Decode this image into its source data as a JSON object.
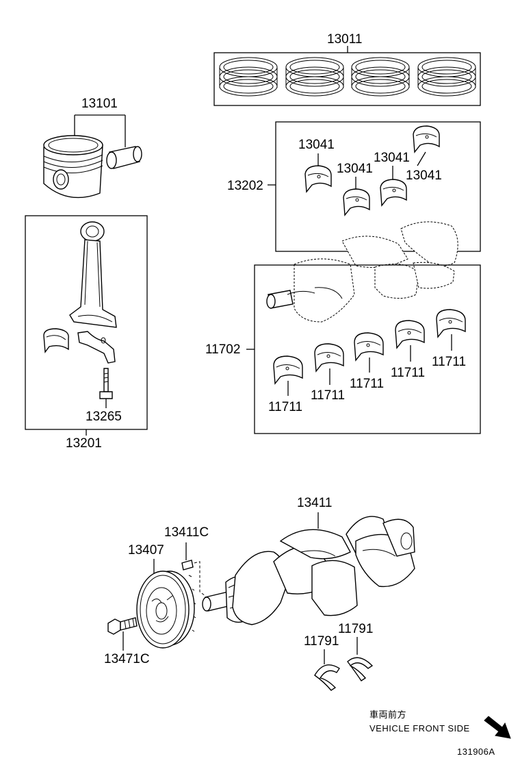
{
  "labels": {
    "l13011": "13011",
    "l13101": "13101",
    "l13041a": "13041",
    "l13041b": "13041",
    "l13041c": "13041",
    "l13041d": "13041",
    "l13202": "13202",
    "l13201": "13201",
    "l13265": "13265",
    "l11702": "11702",
    "l11711a": "11711",
    "l11711b": "11711",
    "l11711c": "11711",
    "l11711d": "11711",
    "l11711e": "11711",
    "l13411": "13411",
    "l13411C": "13411C",
    "l13407": "13407",
    "l13471C": "13471C",
    "l11791a": "11791",
    "l11791b": "11791"
  },
  "direction": {
    "japanese": "車両前方",
    "english": "VEHICLE FRONT SIDE"
  },
  "figure_id": "131906A",
  "icons": {
    "direction_arrow": "arrow-down-right-icon"
  }
}
